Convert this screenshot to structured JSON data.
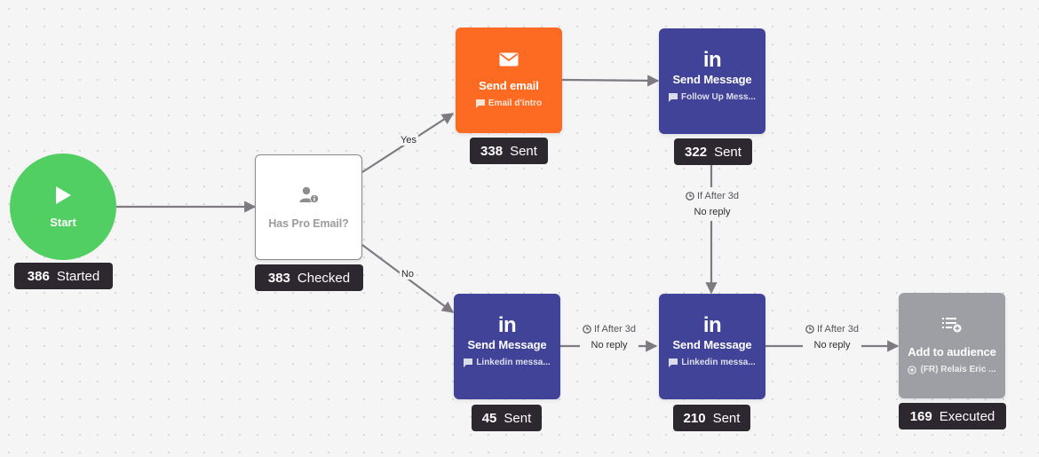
{
  "start": {
    "label": "Start",
    "stat_value": "386",
    "stat_label": "Started"
  },
  "condition": {
    "label": "Has Pro Email?",
    "icon": "user-info-icon",
    "stat_value": "383",
    "stat_label": "Checked",
    "yes_label": "Yes",
    "no_label": "No"
  },
  "send_email": {
    "label": "Send email",
    "subtitle": "Email d'intro",
    "icon": "mail-icon",
    "color": "#fd6b22",
    "stat_value": "338",
    "stat_label": "Sent"
  },
  "follow_up": {
    "label": "Send Message",
    "subtitle": "Follow Up Mess...",
    "icon": "linkedin-icon",
    "icon_text": "in",
    "color": "#404398",
    "stat_value": "322",
    "stat_label": "Sent"
  },
  "delay_vertical": {
    "condition": "If After 3d",
    "result": "No reply"
  },
  "linkedin_1": {
    "label": "Send Message",
    "subtitle": "Linkedin messa...",
    "icon": "linkedin-icon",
    "icon_text": "in",
    "color": "#404398",
    "stat_value": "45",
    "stat_label": "Sent"
  },
  "delay_1": {
    "condition": "If After 3d",
    "result": "No reply"
  },
  "linkedin_2": {
    "label": "Send Message",
    "subtitle": "Linkedin messa...",
    "icon": "linkedin-icon",
    "icon_text": "in",
    "color": "#404398",
    "stat_value": "210",
    "stat_label": "Sent"
  },
  "delay_2": {
    "condition": "If After 3d",
    "result": "No reply"
  },
  "audience": {
    "label": "Add to audience",
    "subtitle": "(FR) Relais Eric ...",
    "icon": "list-add-icon",
    "color": "#9d9fa4",
    "stat_value": "169",
    "stat_label": "Executed"
  }
}
